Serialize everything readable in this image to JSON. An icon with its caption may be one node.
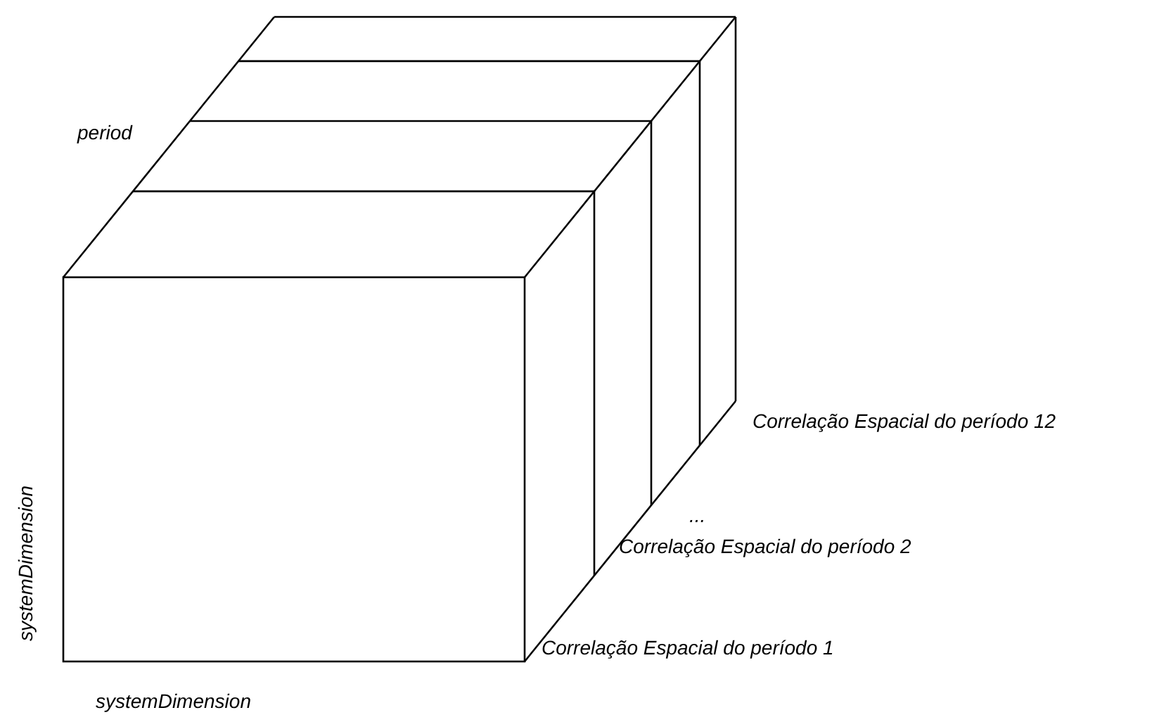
{
  "diagram": {
    "labels": [
      "period",
      "systemDimension",
      "systemDimension",
      "Correlação Espacial do período 12",
      "...",
      "Correlação Espacial do período 2",
      "Correlação Espacial do período 1"
    ]
  }
}
